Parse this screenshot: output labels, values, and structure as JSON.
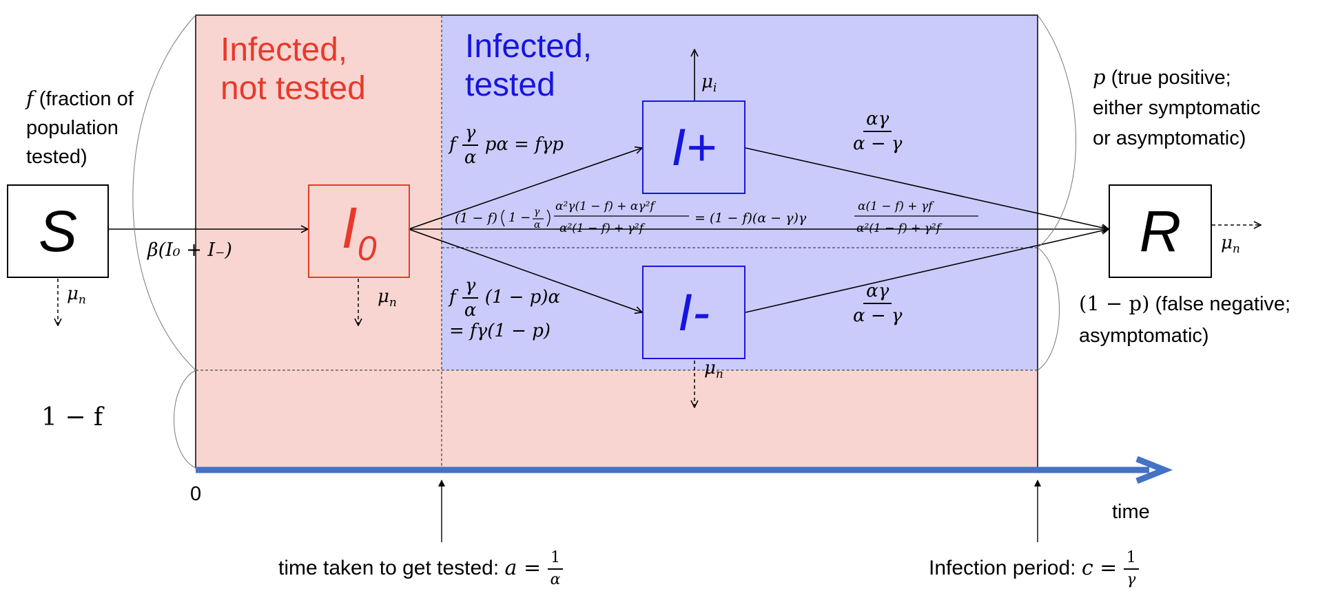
{
  "regions": {
    "untested_label_line1": "Infected,",
    "untested_label_line2": "not tested",
    "tested_label_line1": "Infected,",
    "tested_label_line2": "tested"
  },
  "compartments": {
    "S": "S",
    "I0": "I",
    "I0_sub": "0",
    "Iplus": "I+",
    "Iminus": "I-",
    "R": "R"
  },
  "labels": {
    "f_symbol": "f",
    "f_text_1": " (fraction of",
    "f_text_2": "population",
    "f_text_3": "tested)",
    "one_minus_f": "1 − f",
    "p_symbol": "p",
    "p_text_1": " (true positive;",
    "p_text_2": "either symptomatic",
    "p_text_3": "or asymptomatic)",
    "one_minus_p": "(1 − p)",
    "one_minus_p_text_1": " (false negative;",
    "one_minus_p_text_2": "asymptomatic)",
    "zero": "0",
    "time": "time",
    "time_tested_text": "time taken to get tested: ",
    "time_tested_var": "a = ",
    "time_tested_num": "1",
    "time_tested_den": "α",
    "infection_text": "Infection period: ",
    "infection_var": "c = ",
    "infection_num": "1",
    "infection_den": "γ"
  },
  "rates": {
    "infection": "β(I₀ + I₋)",
    "mu_n": "μn",
    "mu_i": "μi",
    "to_Iplus_prefix": "f",
    "to_Iplus_num": "γ",
    "to_Iplus_den": "α",
    "to_Iplus_suffix": "pα = fγp",
    "to_Iminus_prefix": "f",
    "to_Iminus_num": "γ",
    "to_Iminus_den": "α",
    "to_Iminus_suffix": "(1 − p)α",
    "to_Iminus_line2": "= fγ(1 − p)",
    "recovery_num": "αγ",
    "recovery_den": "α − γ",
    "untested_recovery": "(1 − f)(1 − γ/α) · (α²γ(1 − f) + αγ²f) / (α²(1 − f) + γ²f) = (1 − f)(α − γ)γ · (α(1 − f) + γf) / (α²(1 − f) + γ²f)"
  },
  "colors": {
    "untested_fill": "#f9d5d2",
    "tested_fill": "#cbcbfb",
    "red_text": "#e8392a",
    "blue_text": "#1515dd",
    "timeline": "#4472c4"
  }
}
